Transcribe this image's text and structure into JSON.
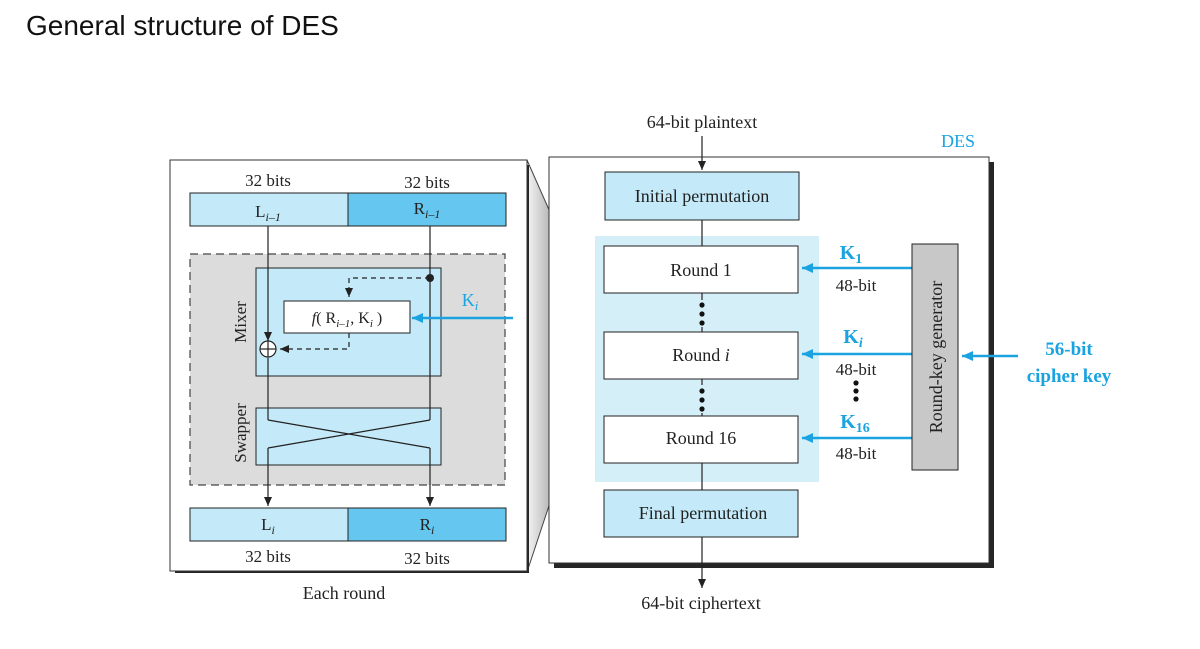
{
  "page": {
    "title": "General structure of DES"
  },
  "round_detail": {
    "caption": "Each round",
    "top_left_bits": "32 bits",
    "top_right_bits": "32 bits",
    "top_left_label": "L",
    "top_left_sub": "i–1",
    "top_right_label": "R",
    "top_right_sub": "i–1",
    "function_f": "f",
    "function_open": "( R",
    "function_sub1": "i–1",
    "function_mid": ", K",
    "function_sub2": "i",
    "function_close": " )",
    "key_label": "K",
    "key_sub": "i",
    "mixer_label": "Mixer",
    "swapper_label": "Swapper",
    "bottom_left_label": "L",
    "bottom_left_sub": "i",
    "bottom_right_label": "R",
    "bottom_right_sub": "i",
    "bottom_left_bits": "32 bits",
    "bottom_right_bits": "32 bits"
  },
  "des": {
    "label": "DES",
    "plaintext": "64-bit plaintext",
    "ciphertext": "64-bit ciphertext",
    "initial_permutation": "Initial permutation",
    "final_permutation": "Final permutation",
    "round1": "Round 1",
    "roundi_prefix": "Round ",
    "roundi_var": "i",
    "round16": "Round 16",
    "k1": "K",
    "k1_sub": "1",
    "ki": "K",
    "ki_sub": "i",
    "k16": "K",
    "k16_sub": "16",
    "bits48_a": "48-bit",
    "bits48_b": "48-bit",
    "bits48_c": "48-bit",
    "round_key_generator": "Round-key generator",
    "cipher_key_line1": "56-bit",
    "cipher_key_line2": "cipher key"
  },
  "colors": {
    "blue_accent": "#1aa3e0",
    "light_blue": "#c4e9f8",
    "mid_blue": "#65c7ef",
    "gray_panel": "#dcdcdc",
    "generator_gray": "#c8c8c8"
  }
}
